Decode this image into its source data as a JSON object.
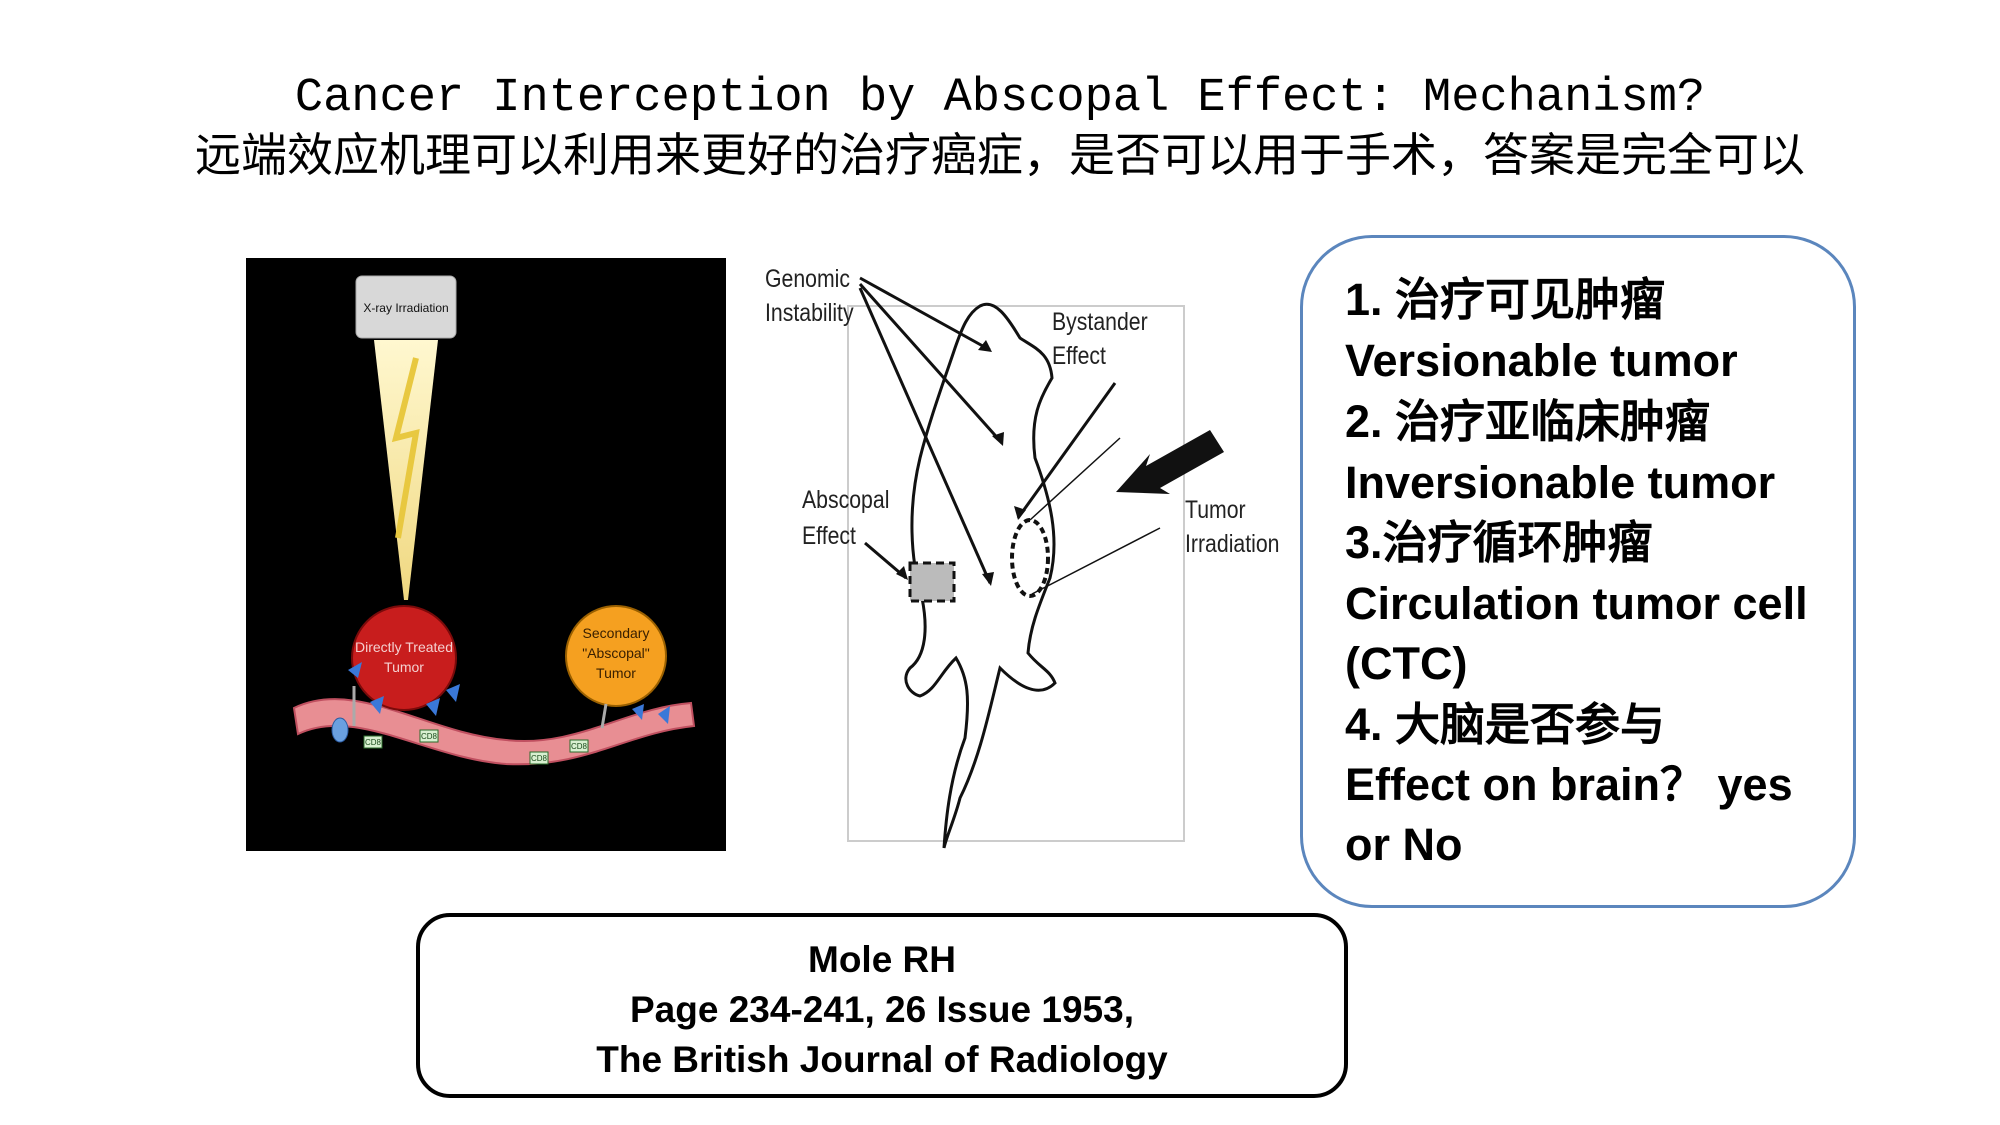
{
  "slide": {
    "title_en": "Cancer Interception by Abscopal Effect: Mechanism?",
    "title_cn": "远端效应机理可以利用来更好的治疗癌症，是否可以用于手术，答案是完全可以"
  },
  "left_diagram": {
    "xray_label": "X-ray Irradiation",
    "treated_label": [
      "Directly Treated",
      "Tumor"
    ],
    "secondary_label": [
      "Secondary",
      "\"Abscopal\"",
      "Tumor"
    ],
    "cd8_label": "CD8",
    "colors": {
      "background": "#000000",
      "treated": "#c81d1d",
      "secondary": "#f5a020",
      "vessel": "#e88e93",
      "beam": "#f5e6a0"
    }
  },
  "mid_diagram": {
    "genomic_label": [
      "Genomic",
      "Instability"
    ],
    "bystander_label": [
      "Bystander",
      "Effect"
    ],
    "abscopal_label": [
      "Abscopal",
      "Effect"
    ],
    "tumor_irr_label": [
      "Tumor",
      "Irradiation"
    ]
  },
  "info_box": {
    "lines": [
      "1. 治疗可见肿瘤",
      "Versionable tumor",
      " 2. 治疗亚临床肿瘤",
      "Inversionable tumor",
      "3.治疗循环肿瘤",
      "Circulation tumor cell",
      "(CTC)",
      "4. 大脑是否参与",
      "Effect  on brain？ yes",
      "or No"
    ],
    "border_color": "#5b86bd"
  },
  "reference": {
    "author": "Mole RH",
    "pages": "Page 234-241, 26 Issue 1953,",
    "journal": "The British Journal of Radiology"
  }
}
